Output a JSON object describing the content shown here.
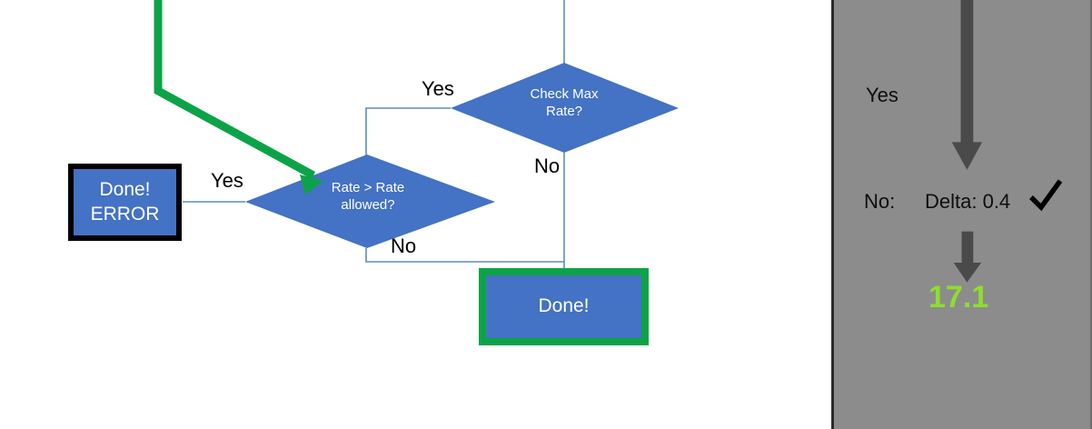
{
  "flowchart": {
    "nodes": [
      {
        "id": "done-error",
        "type": "process",
        "label_line1": "Done!",
        "label_line2": "ERROR",
        "fill": "#4472c4",
        "border": "#000000"
      },
      {
        "id": "rate-check",
        "type": "decision",
        "label_line1": "Rate > Rate",
        "label_line2": "allowed?",
        "fill": "#4472c4"
      },
      {
        "id": "check-max-rate",
        "type": "decision",
        "label_line1": "Check Max",
        "label_line2": "Rate?",
        "fill": "#4472c4"
      },
      {
        "id": "done",
        "type": "process",
        "label": "Done!",
        "fill": "#4472c4",
        "border": "#0ca348"
      }
    ],
    "edge_labels": {
      "yes_to_error": "Yes",
      "yes_from_check_max": "Yes",
      "no_from_check_max": "No",
      "no_from_rate_check": "No"
    },
    "highlight_color": "#0ca348",
    "connector_color": "#5b8db8"
  },
  "panel": {
    "background": "#8c8c8c",
    "yes_label": "Yes",
    "no_label": "No:",
    "delta_label": "Delta: 0.4",
    "result_value": "17.1",
    "result_color": "#8ede2e",
    "arrow_color": "#4a4a4a",
    "check_icon": "check-mark"
  }
}
